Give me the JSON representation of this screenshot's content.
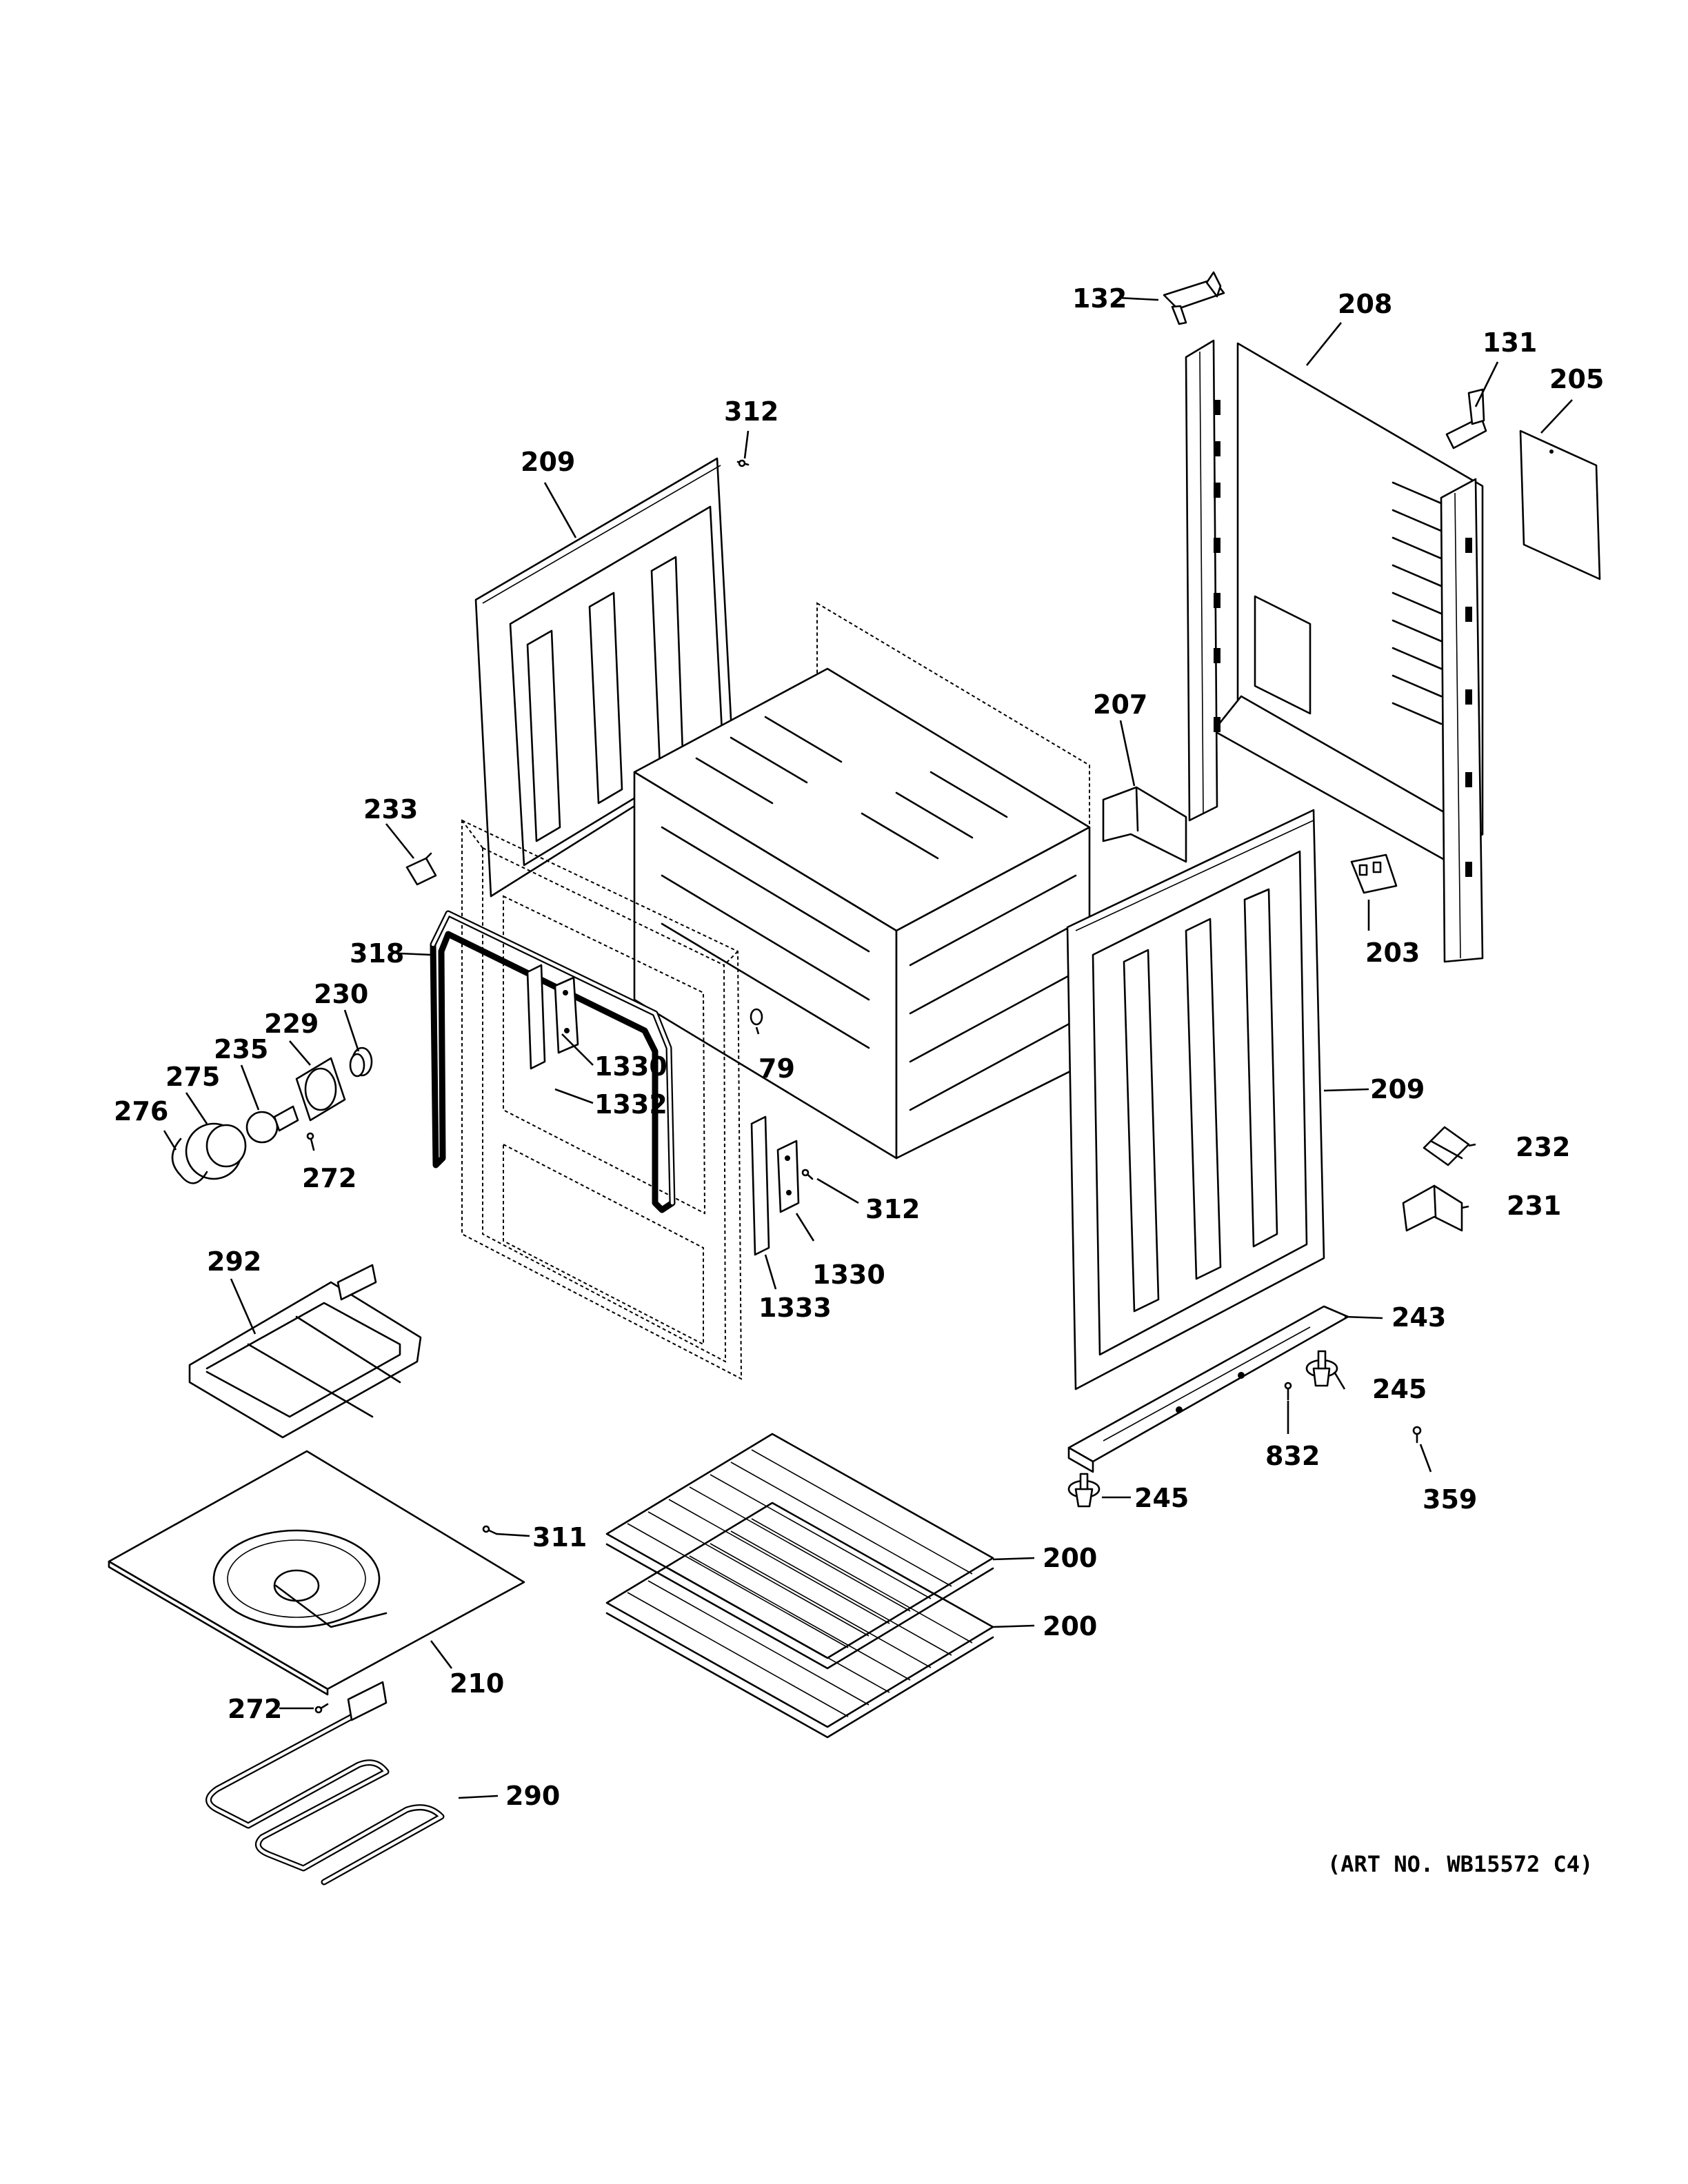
{
  "diagram": {
    "title": "",
    "art_number": "(ART NO. WB15572 C4)",
    "callouts": [
      {
        "id": "c-132",
        "label": "132"
      },
      {
        "id": "c-208",
        "label": "208"
      },
      {
        "id": "c-131",
        "label": "131"
      },
      {
        "id": "c-205",
        "label": "205"
      },
      {
        "id": "c-312a",
        "label": "312"
      },
      {
        "id": "c-209a",
        "label": "209"
      },
      {
        "id": "c-207",
        "label": "207"
      },
      {
        "id": "c-233",
        "label": "233"
      },
      {
        "id": "c-203",
        "label": "203"
      },
      {
        "id": "c-318",
        "label": "318"
      },
      {
        "id": "c-230",
        "label": "230"
      },
      {
        "id": "c-229",
        "label": "229"
      },
      {
        "id": "c-235",
        "label": "235"
      },
      {
        "id": "c-275",
        "label": "275"
      },
      {
        "id": "c-276",
        "label": "276"
      },
      {
        "id": "c-272a",
        "label": "272"
      },
      {
        "id": "c-1330a",
        "label": "1330"
      },
      {
        "id": "c-1332",
        "label": "1332"
      },
      {
        "id": "c-79",
        "label": "79"
      },
      {
        "id": "c-209b",
        "label": "209"
      },
      {
        "id": "c-232",
        "label": "232"
      },
      {
        "id": "c-231",
        "label": "231"
      },
      {
        "id": "c-312b",
        "label": "312"
      },
      {
        "id": "c-1330b",
        "label": "1330"
      },
      {
        "id": "c-1333",
        "label": "1333"
      },
      {
        "id": "c-292",
        "label": "292"
      },
      {
        "id": "c-243",
        "label": "243"
      },
      {
        "id": "c-245a",
        "label": "245"
      },
      {
        "id": "c-832",
        "label": "832"
      },
      {
        "id": "c-245b",
        "label": "245"
      },
      {
        "id": "c-359",
        "label": "359"
      },
      {
        "id": "c-311",
        "label": "311"
      },
      {
        "id": "c-200a",
        "label": "200"
      },
      {
        "id": "c-200b",
        "label": "200"
      },
      {
        "id": "c-210",
        "label": "210"
      },
      {
        "id": "c-272b",
        "label": "272"
      },
      {
        "id": "c-290",
        "label": "290"
      }
    ]
  }
}
